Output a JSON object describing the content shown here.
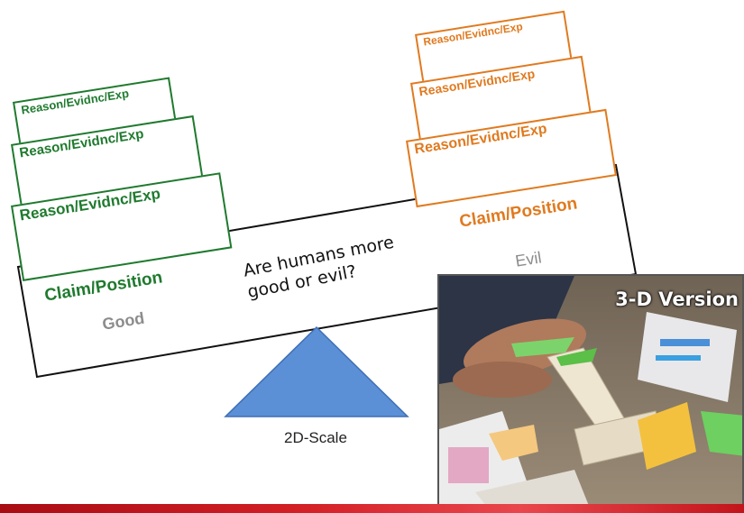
{
  "left_side": {
    "reasons": [
      "Reason/Evidnc/Exp",
      "Reason/Evidnc/Exp",
      "Reason/Evidnc/Exp"
    ],
    "claim": "Claim/Position",
    "value": "Good",
    "color": "#1f7a2e"
  },
  "right_side": {
    "reasons": [
      "Reason/Evidnc/Exp",
      "Reason/Evidnc/Exp",
      "Reason/Evidnc/Exp"
    ],
    "claim": "Claim/Position",
    "value": "Evil",
    "color": "#e07a1f"
  },
  "question": {
    "line1": "Are humans more",
    "line2": "good or evil?"
  },
  "fulcrum": {
    "label": "2D-Scale",
    "color": "#5b8fd6"
  },
  "photo": {
    "caption": "3-D Version"
  },
  "accent_bar_color": "#d31f26"
}
